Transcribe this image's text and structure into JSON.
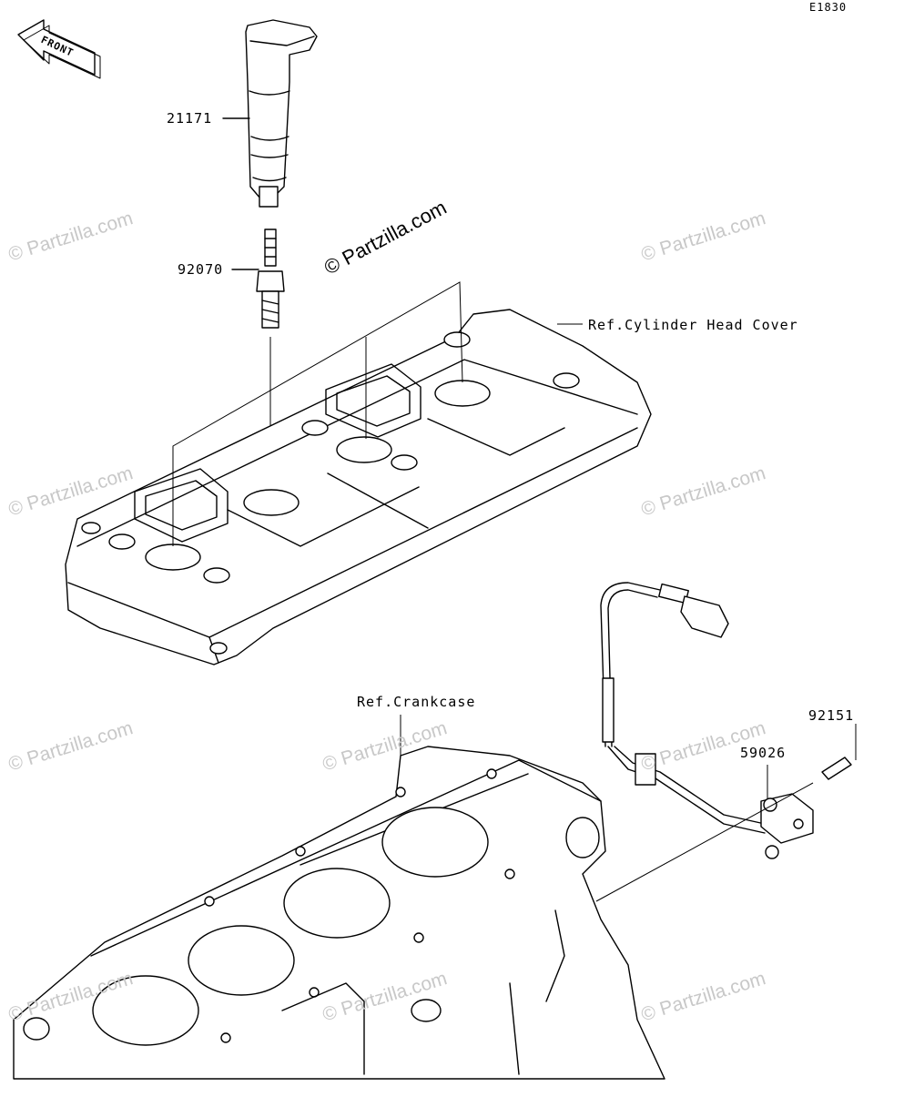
{
  "diagram_code": "E1830",
  "front_label": "FRONT",
  "watermark_text": "© Partzilla.com",
  "center_watermark_text": "© Partzilla.com",
  "parts": [
    {
      "id": "ignition-coil",
      "number": "21171"
    },
    {
      "id": "spark-plug",
      "number": "92070"
    },
    {
      "id": "crank-sensor",
      "number": "59026"
    },
    {
      "id": "sensor-bolt",
      "number": "92151"
    }
  ],
  "references": {
    "cylinder_head_cover": "Ref.Cylinder Head Cover",
    "crankcase": "Ref.Crankcase"
  }
}
